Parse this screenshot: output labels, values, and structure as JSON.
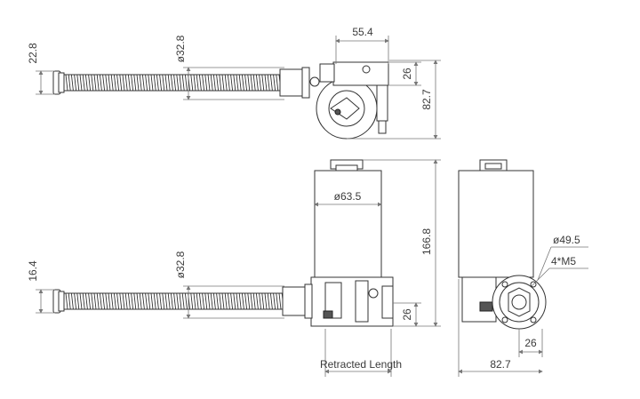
{
  "dimensions": {
    "top_flange_height": "22.8",
    "top_rod_dia": "ø32.8",
    "top_bracket_width": "55.4",
    "top_bracket_height": "26",
    "top_total_height": "82.7",
    "motor_dia": "ø63.5",
    "motor_length": "166.8",
    "bottom_flange_height": "16.4",
    "bottom_rod_dia": "ø32.8",
    "bottom_bracket_height": "26",
    "retracted_length": "Retracted Length",
    "end_pcd": "ø49.5",
    "end_screws": "4*M5",
    "end_offset": "26",
    "end_width": "82.7"
  }
}
